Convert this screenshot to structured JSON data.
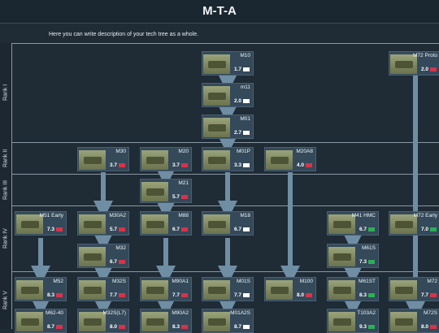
{
  "header": {
    "title": "M-T-A"
  },
  "description": "Here you can write description of your tech tree as a whole.",
  "ranks": [
    {
      "label": "Rank I"
    },
    {
      "label": "Rank II"
    },
    {
      "label": "Rank III"
    },
    {
      "label": "Rank IV"
    },
    {
      "label": "Rank V"
    }
  ],
  "vehicles": {
    "m10": {
      "name": "M10",
      "br": "1.7",
      "flag": "white"
    },
    "m11": {
      "name": "m11",
      "br": "2.0",
      "flag": "white"
    },
    "m01": {
      "name": "M01",
      "br": "2.7",
      "flag": "white"
    },
    "m72p": {
      "name": "M72 Proto",
      "br": "2.0",
      "flag": "red"
    },
    "m30": {
      "name": "M30",
      "br": "3.7",
      "flag": "red"
    },
    "m20": {
      "name": "M20",
      "br": "3.7",
      "flag": "red"
    },
    "m01p": {
      "name": "M01P",
      "br": "3.3",
      "flag": "white"
    },
    "m20a8": {
      "name": "M20A8",
      "br": "4.0",
      "flag": "red"
    },
    "m21": {
      "name": "M21",
      "br": "5.7",
      "flag": "red"
    },
    "m51e": {
      "name": "M51 Early",
      "br": "7.3",
      "flag": "red"
    },
    "m30a2": {
      "name": "M30A2",
      "br": "5.7",
      "flag": "red"
    },
    "m88": {
      "name": "M88",
      "br": "6.7",
      "flag": "red"
    },
    "m18": {
      "name": "M18",
      "br": "6.7",
      "flag": "white"
    },
    "m41": {
      "name": "M41 HMC",
      "br": "6.7",
      "flag": "green"
    },
    "m72e": {
      "name": "M72 Early",
      "br": "7.0",
      "flag": "green"
    },
    "m32": {
      "name": "M32",
      "br": "6.7",
      "flag": "red"
    },
    "m61s": {
      "name": "M61S",
      "br": "7.3",
      "flag": "green"
    },
    "m52": {
      "name": "M52",
      "br": "8.3",
      "flag": "red"
    },
    "m32s": {
      "name": "M32S",
      "br": "7.7",
      "flag": "red"
    },
    "m90a1": {
      "name": "M90A1",
      "br": "7.7",
      "flag": "red"
    },
    "m01s": {
      "name": "M01S",
      "br": "7.7",
      "flag": "white"
    },
    "m100": {
      "name": "M100",
      "br": "8.0",
      "flag": "red"
    },
    "m61st": {
      "name": "M61ST",
      "br": "8.3",
      "flag": "green"
    },
    "m72": {
      "name": "M72",
      "br": "7.7",
      "flag": "red"
    },
    "m6240": {
      "name": "M62-40",
      "br": "8.7",
      "flag": "red"
    },
    "m32sl": {
      "name": "M32S(L7)",
      "br": "8.0",
      "flag": "red"
    },
    "m90a2": {
      "name": "M90A2",
      "br": "8.3",
      "flag": "red"
    },
    "m01a2s": {
      "name": "M01A2S",
      "br": "8.7",
      "flag": "white"
    },
    "t103": {
      "name": "T103A2",
      "br": "9.3",
      "flag": "green"
    },
    "m72s": {
      "name": "M72S",
      "br": "8.0",
      "flag": "red"
    }
  }
}
